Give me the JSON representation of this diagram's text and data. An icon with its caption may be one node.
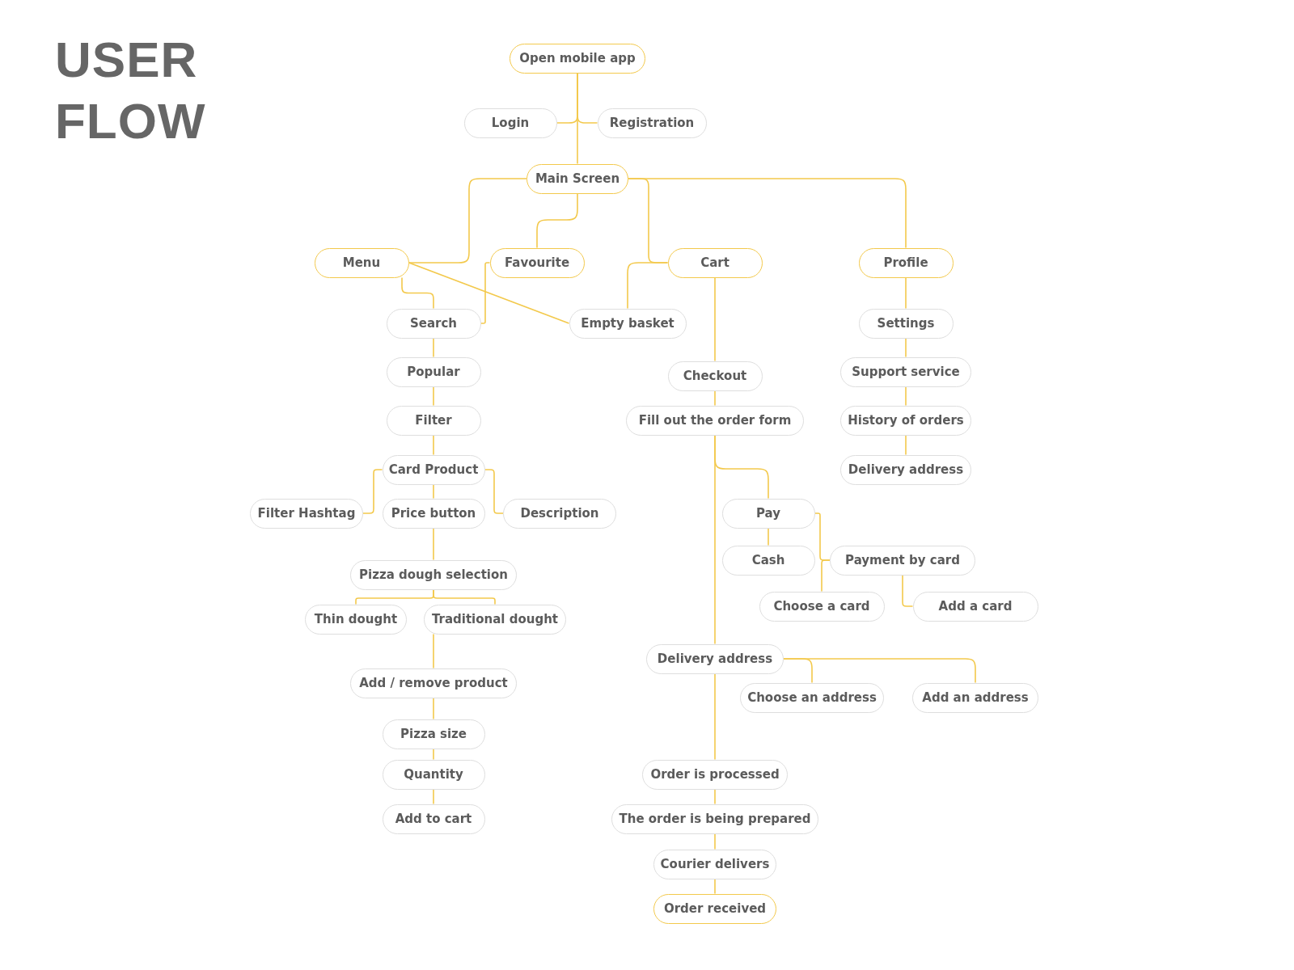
{
  "diagram": {
    "title": "USER FLOW",
    "nodes": [
      {
        "text": [
          "Open mobile app"
        ]
      },
      {
        "text": [
          "Login"
        ]
      },
      {
        "text": [
          "Registration"
        ]
      },
      {
        "text": [
          "Main Screen"
        ]
      },
      {
        "text": [
          "Menu"
        ]
      },
      {
        "text": [
          "Favourite"
        ]
      },
      {
        "text": [
          "Cart"
        ]
      },
      {
        "text": [
          "Profile"
        ]
      },
      {
        "text": [
          "Search"
        ]
      },
      {
        "text": [
          "Empty basket"
        ]
      },
      {
        "text": [
          "Settings"
        ]
      },
      {
        "text": [
          "Popular"
        ]
      },
      {
        "text": [
          "Checkout"
        ]
      },
      {
        "text": [
          "Support service"
        ]
      },
      {
        "text": [
          "Filter"
        ]
      },
      {
        "text": [
          "Fill out the order form"
        ]
      },
      {
        "text": [
          "History of orders"
        ]
      },
      {
        "text": [
          "Card Product"
        ]
      },
      {
        "text": [
          "Delivery address"
        ]
      },
      {
        "text": [
          "Filter Hashtag"
        ]
      },
      {
        "text": [
          "Price button"
        ]
      },
      {
        "text": [
          "Description"
        ]
      },
      {
        "text": [
          "Pay"
        ]
      },
      {
        "text": [
          "Cash"
        ]
      },
      {
        "text": [
          "Payment by card"
        ]
      },
      {
        "text": [
          "Pizza dough selection"
        ]
      },
      {
        "text": [
          "Choose a card"
        ]
      },
      {
        "text": [
          "Add a card"
        ]
      },
      {
        "text": [
          "Thin dought"
        ]
      },
      {
        "text": [
          "Traditional dought"
        ]
      },
      {
        "text": [
          "Delivery address"
        ]
      },
      {
        "text": [
          "Add / remove product"
        ]
      },
      {
        "text": [
          "Choose an address"
        ]
      },
      {
        "text": [
          "Add an address"
        ]
      },
      {
        "text": [
          "Pizza size"
        ]
      },
      {
        "text": [
          "Order is processed"
        ]
      },
      {
        "text": [
          "Quantity"
        ]
      },
      {
        "text": [
          "The order is being prepared"
        ]
      },
      {
        "text": [
          "Add to cart"
        ]
      },
      {
        "text": [
          "Courier delivers"
        ]
      },
      {
        "text": [
          "Order received"
        ]
      }
    ],
    "edges": [
      {
        "from": 0,
        "to": 1,
        "arrow": "none"
      },
      {
        "from": 0,
        "to": 2,
        "arrow": "none"
      },
      {
        "from": 0,
        "to": 3,
        "arrow": "none"
      },
      {
        "from": 3,
        "to": 4,
        "arrow": "none"
      },
      {
        "from": 3,
        "to": 5,
        "arrow": "none"
      },
      {
        "from": 3,
        "to": 6,
        "arrow": "none"
      },
      {
        "from": 3,
        "to": 7,
        "arrow": "none"
      },
      {
        "from": 4,
        "to": 8,
        "arrow": "none"
      },
      {
        "from": 4,
        "to": 9,
        "arrow": "none"
      },
      {
        "from": 5,
        "to": 8,
        "arrow": "none"
      },
      {
        "from": 6,
        "to": 9,
        "arrow": "none"
      },
      {
        "from": 6,
        "to": 12,
        "arrow": "none"
      },
      {
        "from": 7,
        "to": 10,
        "arrow": "none"
      },
      {
        "from": 10,
        "to": 13,
        "arrow": "none"
      },
      {
        "from": 13,
        "to": 16,
        "arrow": "none"
      },
      {
        "from": 16,
        "to": 18,
        "arrow": "none"
      },
      {
        "from": 8,
        "to": 11,
        "arrow": "none"
      },
      {
        "from": 11,
        "to": 14,
        "arrow": "none"
      },
      {
        "from": 14,
        "to": 17,
        "arrow": "none"
      },
      {
        "from": 17,
        "to": 19,
        "arrow": "none"
      },
      {
        "from": 17,
        "to": 20,
        "arrow": "none"
      },
      {
        "from": 17,
        "to": 21,
        "arrow": "none"
      },
      {
        "from": 20,
        "to": 25,
        "arrow": "none"
      },
      {
        "from": 25,
        "to": 28,
        "arrow": "none"
      },
      {
        "from": 25,
        "to": 29,
        "arrow": "none"
      },
      {
        "from": 29,
        "to": 31,
        "arrow": "none"
      },
      {
        "from": 31,
        "to": 34,
        "arrow": "none"
      },
      {
        "from": 34,
        "to": 36,
        "arrow": "none"
      },
      {
        "from": 36,
        "to": 38,
        "arrow": "none"
      },
      {
        "from": 12,
        "to": 15,
        "arrow": "none"
      },
      {
        "from": 15,
        "to": 22,
        "arrow": "none"
      },
      {
        "from": 15,
        "to": 30,
        "arrow": "none"
      },
      {
        "from": 22,
        "to": 23,
        "arrow": "none"
      },
      {
        "from": 22,
        "to": 24,
        "arrow": "none"
      },
      {
        "from": 24,
        "to": 26,
        "arrow": "none"
      },
      {
        "from": 24,
        "to": 27,
        "arrow": "none"
      },
      {
        "from": 30,
        "to": 32,
        "arrow": "none"
      },
      {
        "from": 30,
        "to": 33,
        "arrow": "none"
      },
      {
        "from": 30,
        "to": 35,
        "arrow": "none"
      },
      {
        "from": 35,
        "to": 37,
        "arrow": "none"
      },
      {
        "from": 37,
        "to": 39,
        "arrow": "none"
      },
      {
        "from": 39,
        "to": 40,
        "arrow": "none"
      }
    ]
  }
}
